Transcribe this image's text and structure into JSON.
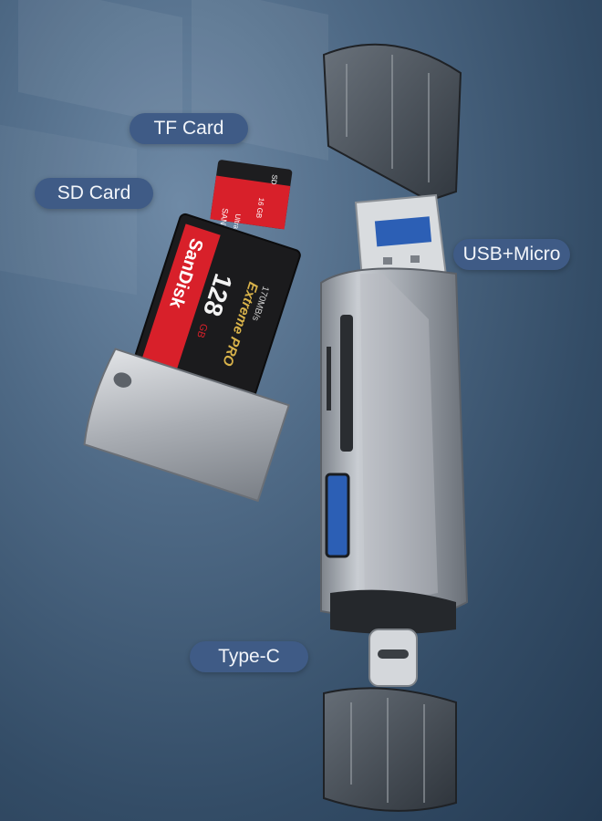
{
  "labels": {
    "tf_card": "TF Card",
    "sd_card": "SD Card",
    "usb_micro": "USB+Micro",
    "type_c": "Type-C"
  },
  "sd_card": {
    "brand": "SanDisk",
    "line": "Extreme PRO",
    "capacity": "128",
    "capacity_unit": "GB",
    "speed": "170MB/s"
  },
  "tf_card": {
    "brand": "SANDISK",
    "line": "Ultra",
    "capacity": "16 GB",
    "type": "SD"
  },
  "colors": {
    "pill_bg": "#3f5b86",
    "sd_red": "#d8202a",
    "sd_gold": "#d8b24a"
  }
}
